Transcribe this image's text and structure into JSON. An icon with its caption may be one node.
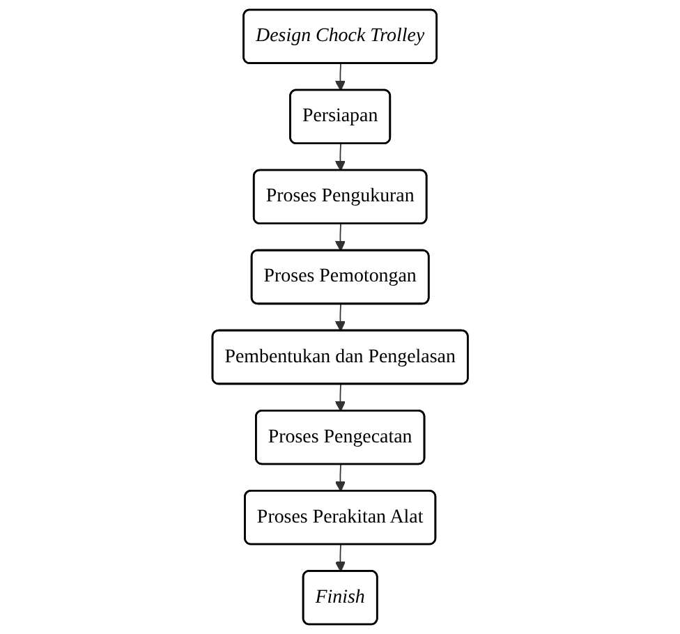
{
  "diagram": {
    "nodes": [
      {
        "text": [
          "Design Chock Trolley"
        ]
      },
      {
        "text": [
          "Persiapan"
        ]
      },
      {
        "text": [
          "Proses Pengukuran"
        ]
      },
      {
        "text": [
          "Proses Pemotongan"
        ]
      },
      {
        "text": [
          "Pembentukan dan Pengelasan"
        ]
      },
      {
        "text": [
          "Proses Pengecatan"
        ]
      },
      {
        "text": [
          "Proses Perakitan Alat"
        ]
      },
      {
        "text": [
          "Finish"
        ]
      }
    ],
    "edges": [
      {
        "from": 0,
        "to": 1,
        "arrow": "to"
      },
      {
        "from": 1,
        "to": 2,
        "arrow": "to"
      },
      {
        "from": 2,
        "to": 3,
        "arrow": "to"
      },
      {
        "from": 3,
        "to": 4,
        "arrow": "to"
      },
      {
        "from": 4,
        "to": 5,
        "arrow": "to"
      },
      {
        "from": 5,
        "to": 6,
        "arrow": "to"
      },
      {
        "from": 6,
        "to": 7,
        "arrow": "to"
      }
    ]
  }
}
